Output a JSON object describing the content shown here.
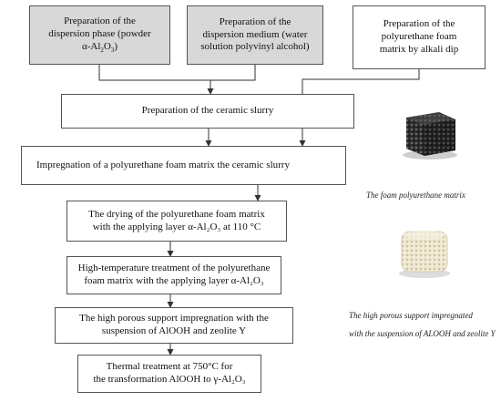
{
  "colors": {
    "grey_box": "#d8d8d8",
    "border": "#555555",
    "arrow": "#333333"
  },
  "top_boxes": {
    "dispersion_phase": {
      "line1": "Preparation of the",
      "line2": "dispersion phase (powder",
      "line3_prefix": "α-Al",
      "sub1": "2",
      "mid": "O",
      "sub2": "3",
      "suffix": ")"
    },
    "dispersion_medium": {
      "line1": "Preparation of the",
      "line2": "dispersion medium (water",
      "line3": "solution polyvinyl alcohol)"
    },
    "foam_matrix": {
      "line1": "Preparation of  the",
      "line2": "polyurethane foam",
      "line3": "matrix by alkali dip"
    }
  },
  "steps": {
    "slurry": "Preparation of the ceramic slurry",
    "impregnation": "Impregnation of a polyurethane foam matrix the ceramic slurry",
    "drying": {
      "line1": "The drying of the polyurethane foam matrix",
      "line2": "with the applying layer α-Al₂O₃ at 110 °C"
    },
    "high_temp": {
      "line1": "High-temperature treatment of the polyurethane",
      "line2": "foam matrix with  the applying layer α-Al₂O₃"
    },
    "support_impregnation": {
      "line1": "The high porous support impregnation with the",
      "line2": "suspension of AlOOH and zeolite  Y"
    },
    "thermal": {
      "line1": "Thermal treatment at 750°C for",
      "line2": "the transformation AlOOH to γ-Al₂O₃"
    }
  },
  "photos": {
    "foam": {
      "icon": "black-foam-cube",
      "caption": "The  foam polyurethane matrix"
    },
    "support": {
      "icon": "white-porous-cube",
      "caption_line1": "The high porous support impregnated",
      "caption_line2": "with the suspension of ALOOH and zeolite Y"
    }
  }
}
